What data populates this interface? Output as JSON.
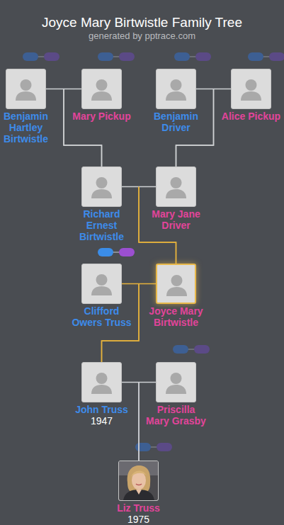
{
  "diagram": {
    "title": "Joyce Mary Birtwistle Family Tree",
    "nodes": [
      {
        "text": [
          "Benjamin Hartley Birtwistle"
        ]
      },
      {
        "text": [
          "Mary Pickup"
        ]
      },
      {
        "text": [
          "Benjamin Driver"
        ]
      },
      {
        "text": [
          "Alice Pickup"
        ]
      },
      {
        "text": [
          "Richard Ernest Birtwistle"
        ]
      },
      {
        "text": [
          "Mary Jane Driver"
        ]
      },
      {
        "text": [
          "Clifford Owers Truss"
        ]
      },
      {
        "text": [
          "Joyce Mary Birtwistle"
        ]
      },
      {
        "text": [
          "John Truss",
          "1947"
        ]
      },
      {
        "text": [
          "Priscilla Mary Grasby"
        ]
      },
      {
        "text": [
          "Liz Truss",
          "1975"
        ]
      }
    ],
    "edges": [
      {
        "from": 0,
        "to": 4,
        "arrow": "none"
      },
      {
        "from": 1,
        "to": 4,
        "arrow": "none"
      },
      {
        "from": 2,
        "to": 5,
        "arrow": "none"
      },
      {
        "from": 3,
        "to": 5,
        "arrow": "none"
      },
      {
        "from": 4,
        "to": 7,
        "arrow": "none"
      },
      {
        "from": 5,
        "to": 7,
        "arrow": "none"
      },
      {
        "from": 6,
        "to": 8,
        "arrow": "none"
      },
      {
        "from": 7,
        "to": 8,
        "arrow": "none"
      },
      {
        "from": 8,
        "to": 10,
        "arrow": "none"
      },
      {
        "from": 9,
        "to": 10,
        "arrow": "none"
      }
    ],
    "labels": [
      "generated by pptrace.com"
    ]
  }
}
